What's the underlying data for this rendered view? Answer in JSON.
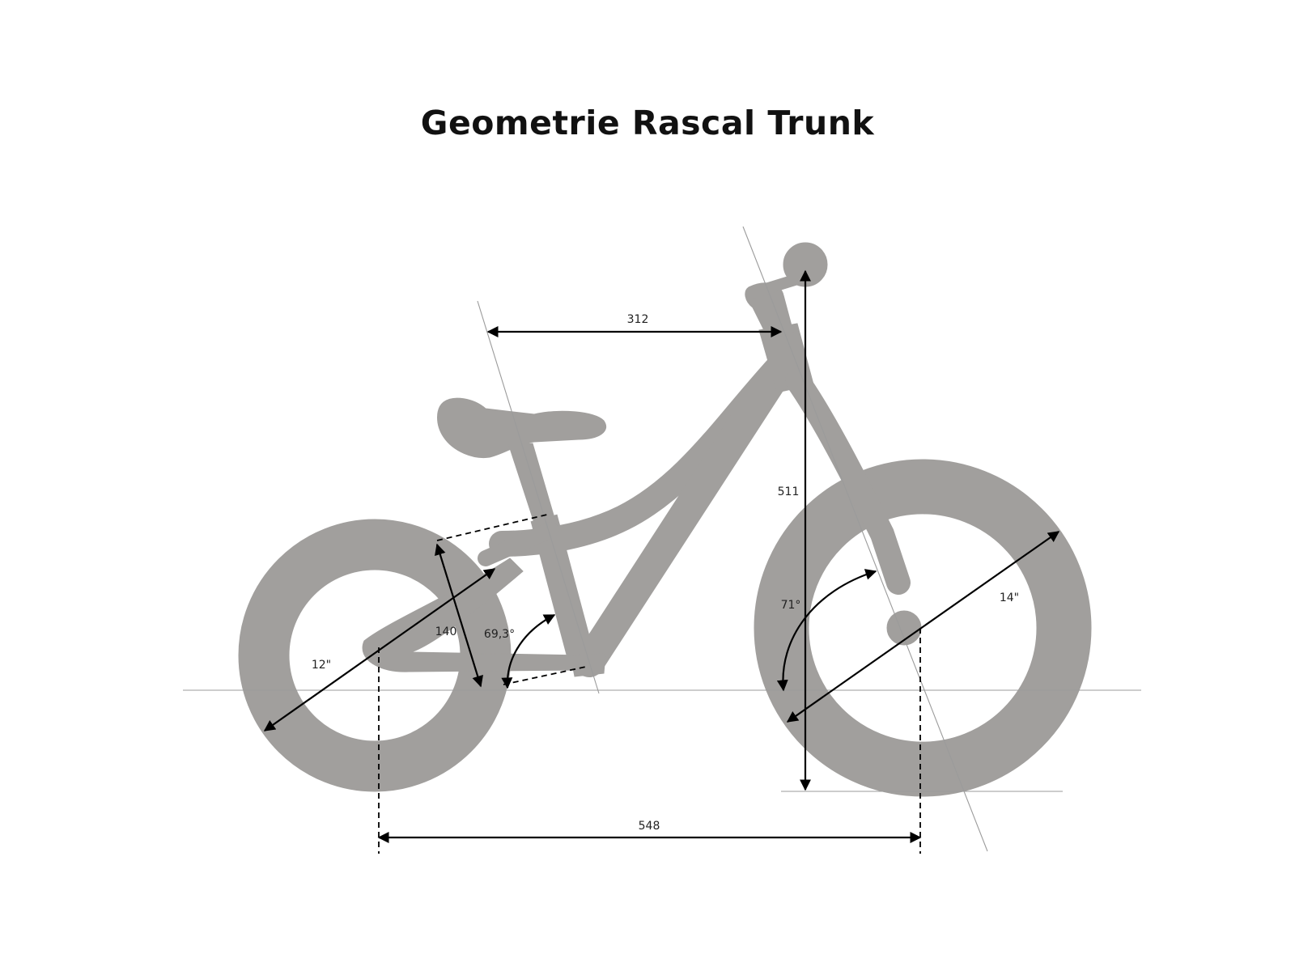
{
  "title": "Geometrie Rascal Trunk",
  "colors": {
    "silhouette": "#a19f9d",
    "dimension_lines": "#000000",
    "reference_lines": "#9b9b9b",
    "background": "#ffffff"
  },
  "dimensions": {
    "reach": "312",
    "stack": "511",
    "wheelbase": "548",
    "seat_tube_length": "140",
    "seat_tube_angle": "69,3°",
    "head_tube_angle": "71°",
    "rear_wheel_size": "12\"",
    "front_wheel_size": "14\""
  }
}
